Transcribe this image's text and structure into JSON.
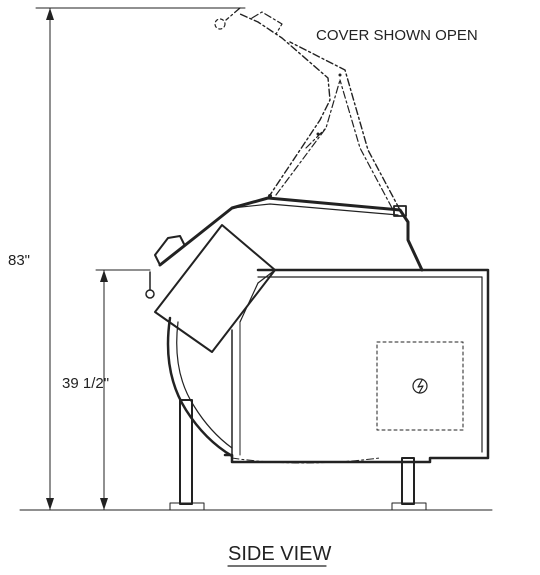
{
  "labels": {
    "cover_note": "COVER SHOWN OPEN",
    "overall_height": "83\"",
    "rim_height": "39 1/2\"",
    "view_title": "SIDE VIEW"
  },
  "symbols": {
    "electrical": "electrical-symbol"
  }
}
